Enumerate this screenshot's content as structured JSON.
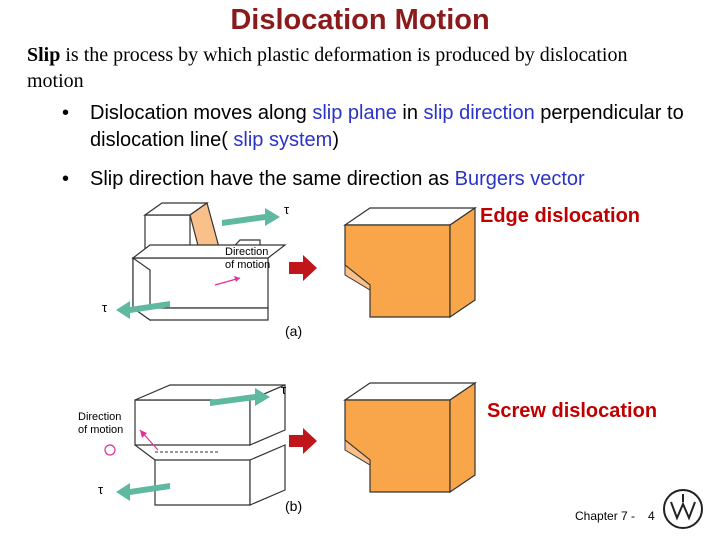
{
  "title": "Dislocation Motion",
  "intro": {
    "bold_term": "Slip",
    "rest": " is the process by which plastic deformation is produced by dislocation motion"
  },
  "bullets": [
    {
      "parts": [
        {
          "text": "Dislocation moves along ",
          "color": "black"
        },
        {
          "text": "slip plane",
          "color": "blue"
        },
        {
          "text": " in ",
          "color": "black"
        },
        {
          "text": "slip direction",
          "color": "blue"
        },
        {
          "text": " perpendicular to dislocation line( ",
          "color": "black"
        },
        {
          "text": "slip system",
          "color": "blue"
        },
        {
          "text": ")",
          "color": "black"
        }
      ]
    },
    {
      "parts": [
        {
          "text": "Slip direction have the same direction as ",
          "color": "black"
        },
        {
          "text": "Burgers vector",
          "color": "blue"
        }
      ]
    }
  ],
  "figures": {
    "edge": {
      "label": "Edge dislocation",
      "caption": "(a)",
      "direction_line1": "Direction",
      "direction_line2": "of motion",
      "tau_top": "τ",
      "tau_bottom": "τ"
    },
    "screw": {
      "label": "Screw dislocation",
      "caption": "(b)",
      "direction_line1": "Direction",
      "direction_line2": "of motion",
      "tau_top": "τ",
      "tau_bottom": "τ"
    }
  },
  "footer": {
    "chapter": "Chapter 7 -",
    "page": "4"
  },
  "colors": {
    "title": "#8b1a1a",
    "blue_text": "#2a33c7",
    "label_red": "#c00000",
    "orange": "#f9a64a",
    "teal_arrow": "#5fb9a0",
    "red_arrow": "#c0151b"
  },
  "icons": {
    "bullet": "bullet-dot",
    "logo": "wiley-logo"
  }
}
